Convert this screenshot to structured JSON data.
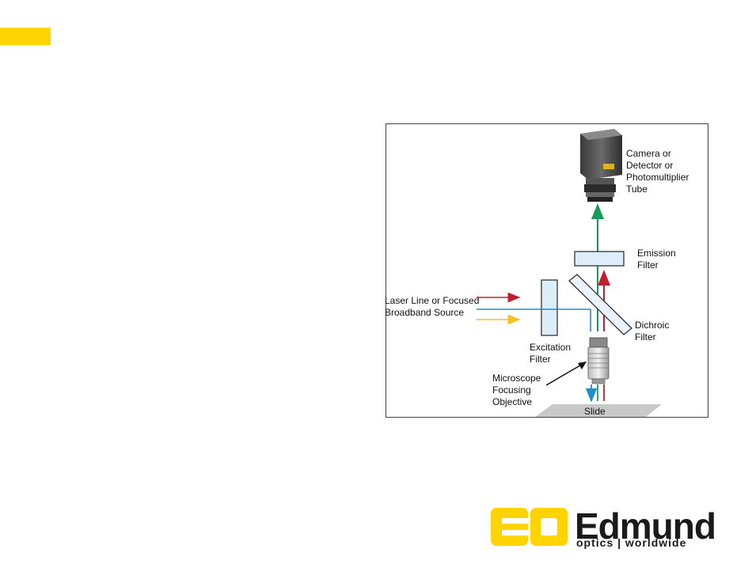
{
  "colors": {
    "accent": "#ffd400",
    "red": "#c0202e",
    "blue": "#1c8fd0",
    "yellow": "#f5c020",
    "green": "#1a9a5a"
  },
  "diagram": {
    "labels": {
      "camera": "Camera or Detector or\nPhotomultiplier Tube",
      "emission": "Emission\nFilter",
      "laser": "Laser Line or  Focused\nBroadband Source",
      "dichroic": "Dichroic\nFilter",
      "excitation": "Excitation\nFilter",
      "objective": "Microscope\nFocusing\nObjective",
      "slide": "Slide"
    }
  },
  "logo": {
    "monogram": "EO",
    "name": "Edmund",
    "tagline": "optics | worldwide"
  }
}
